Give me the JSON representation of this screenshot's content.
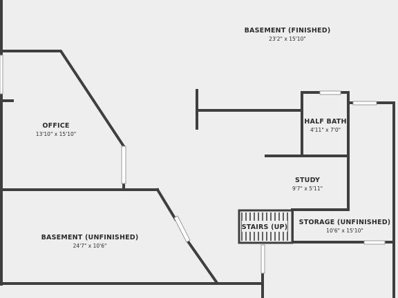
{
  "colors": {
    "wall": "#3f3f3f",
    "floor": "#eeeeee",
    "background": "#ffffff",
    "window_frame": "#9a9a9a",
    "text": "#2b2b2b"
  },
  "rooms": {
    "basement_finished": {
      "name": "BASEMENT (FINISHED)",
      "dimensions": "23'2\" x 15'10\""
    },
    "office": {
      "name": "OFFICE",
      "dimensions": "13'10\" x 15'10\""
    },
    "half_bath": {
      "name": "HALF BATH",
      "dimensions": "4'11\" x 7'0\""
    },
    "study": {
      "name": "STUDY",
      "dimensions": "9'7\" x 5'11\""
    },
    "basement_unfinished": {
      "name": "BASEMENT (UNFINISHED)",
      "dimensions": "24'7\" x 10'6\""
    },
    "stairs": {
      "name": "STAIRS (UP)"
    },
    "storage": {
      "name": "STORAGE (UNFINISHED)",
      "dimensions": "10'6\" x 15'10\""
    }
  }
}
